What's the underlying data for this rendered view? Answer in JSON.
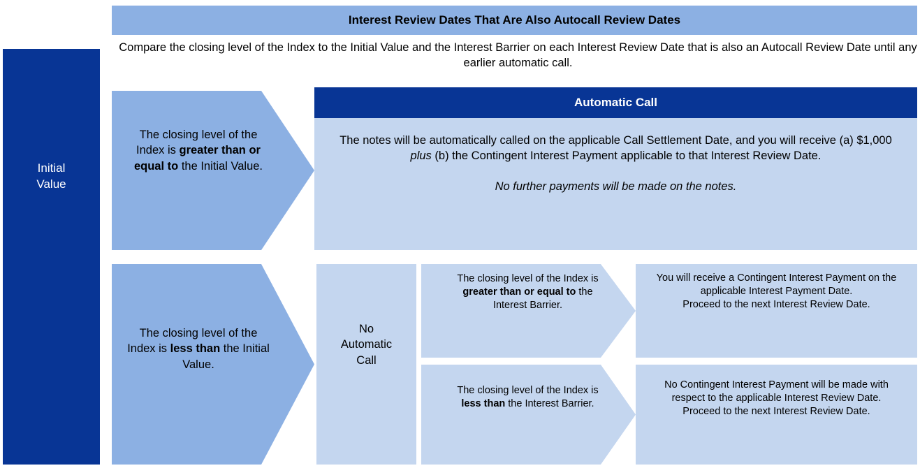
{
  "header": {
    "title": "Interest Review Dates That Are Also Autocall Review Dates",
    "subtitle": "Compare the closing level of the Index to the Initial Value and the Interest Barrier on each Interest Review Date that is also an Autocall Review Date until any earlier automatic call."
  },
  "left_bar": {
    "label": "Initial\nValue",
    "label_line1": "Initial",
    "label_line2": "Value"
  },
  "branches": {
    "gte_initial": {
      "text_plain": "The closing level of the Index is greater than or equal to the Initial Value.",
      "pre": "The closing level of the Index is ",
      "bold": "greater than or equal to",
      "post": " the Initial Value."
    },
    "lt_initial": {
      "text_plain": "The closing level of the Index is less than the Initial Value.",
      "pre": "The closing level of the Index is ",
      "bold": "less than",
      "post": " the Initial Value."
    },
    "gte_barrier": {
      "text_plain": "The closing level of the Index is greater than or equal to the Interest Barrier.",
      "pre": "The closing level of the Index is ",
      "bold": "greater than or equal to",
      "post": " the Interest Barrier."
    },
    "lt_barrier": {
      "text_plain": "The closing level of the Index is less than the Interest Barrier.",
      "pre": "The closing level of the Index is ",
      "bold": "less than",
      "post": " the Interest Barrier."
    }
  },
  "automatic_call": {
    "title": "Automatic Call",
    "body_paragraph_1_plain": "The notes will be automatically called on the applicable Call Settlement Date, and you will receive (a) $1,000 plus (b) the Contingent Interest Payment applicable to that Interest Review Date.",
    "body_p1_pre": "The notes will be automatically called on the applicable Call Settlement Date, and you will receive (a) $1,000 ",
    "body_p1_italic": "plus",
    "body_p1_post": " (b) the Contingent Interest Payment applicable to that Interest Review Date.",
    "body_paragraph_2": "No further payments will be made on the notes."
  },
  "no_automatic_call": {
    "label_plain": "No Automatic Call",
    "line1": "No",
    "line2": "Automatic",
    "line3": "Call"
  },
  "outcomes": {
    "pay_interest": {
      "line1": "You will receive a Contingent Interest Payment on the applicable Interest Payment Date.",
      "line2": "Proceed to the next Interest Review Date."
    },
    "no_interest": {
      "line1": "No Contingent Interest Payment will be made with respect to the applicable Interest Review Date.",
      "line2": "Proceed to the next Interest Review Date."
    }
  },
  "colors": {
    "navy": "#083595",
    "medium_blue": "#8CB0E3",
    "light_blue": "#C4D6EF",
    "text": "#000000",
    "inverse_text": "#FFFFFF",
    "background": "#FFFFFF"
  }
}
